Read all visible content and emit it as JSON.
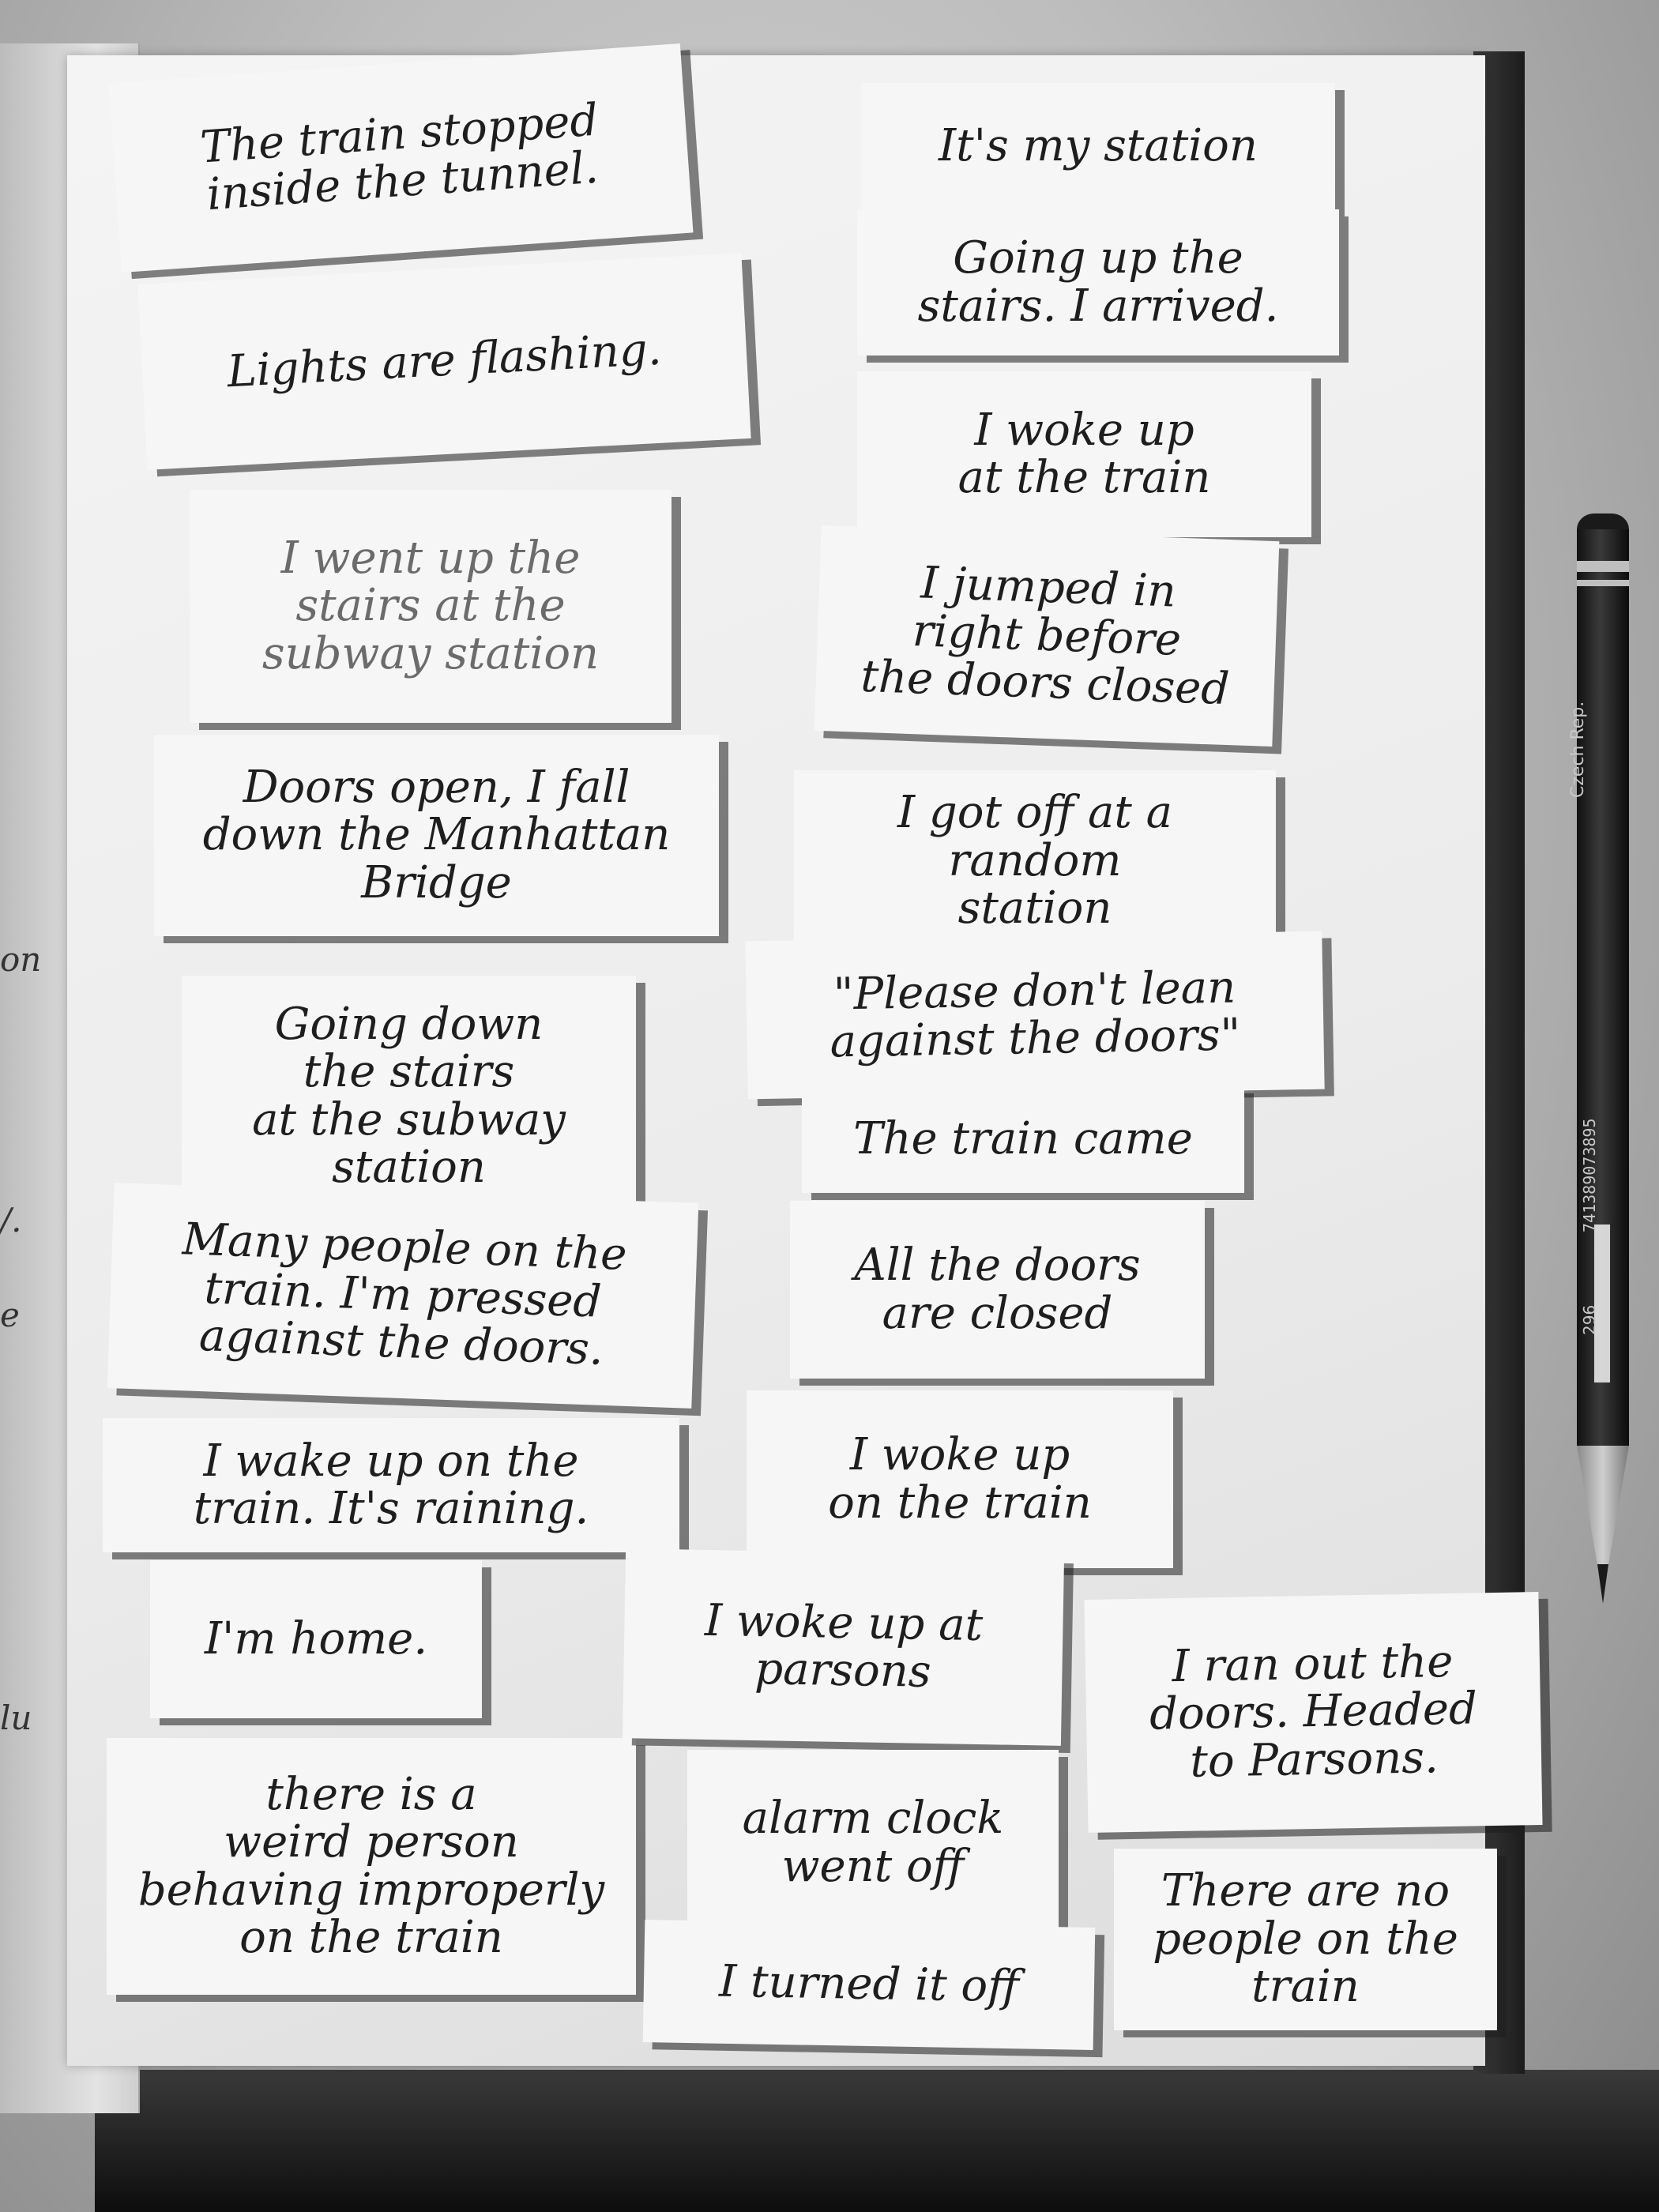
{
  "strips": [
    {
      "id": "strip-train-stopped",
      "text": "The train stopped\ninside the tunnel."
    },
    {
      "id": "strip-my-station",
      "text": "It's my station"
    },
    {
      "id": "strip-going-up-arrived",
      "text": "Going up the\nstairs. I arrived."
    },
    {
      "id": "strip-lights-flashing",
      "text": "Lights are flashing."
    },
    {
      "id": "strip-woke-at-train",
      "text": "I woke up\nat the train"
    },
    {
      "id": "strip-went-up-stairs",
      "text": "I went up the\nstairs at the\nsubway station"
    },
    {
      "id": "strip-jumped-in",
      "text": "I jumped in\nright before\nthe doors closed"
    },
    {
      "id": "strip-doors-open",
      "text": "Doors open, I fall\ndown the Manhattan\nBridge"
    },
    {
      "id": "strip-got-off-random",
      "text": "I got off at a\nrandom\nstation"
    },
    {
      "id": "strip-please-dont-lean",
      "text": "\"Please don't lean\nagainst the doors\""
    },
    {
      "id": "strip-going-down-stairs",
      "text": "Going down\nthe stairs\nat the subway\nstation"
    },
    {
      "id": "strip-train-came",
      "text": "The train came"
    },
    {
      "id": "strip-all-doors-closed",
      "text": "All the doors\nare closed"
    },
    {
      "id": "strip-many-people",
      "text": "Many people on the\ntrain. I'm pressed\nagainst the doors."
    },
    {
      "id": "strip-wake-raining",
      "text": "I wake up on the\ntrain. It's raining."
    },
    {
      "id": "strip-woke-on-train",
      "text": "I woke up\non the train"
    },
    {
      "id": "strip-im-home",
      "text": "I'm home."
    },
    {
      "id": "strip-woke-parsons",
      "text": "I woke up at\nparsons"
    },
    {
      "id": "strip-ran-out",
      "text": "I ran out the\ndoors. Headed\nto Parsons."
    },
    {
      "id": "strip-weird-person",
      "text": "there is a\nweird person\nbehaving improperly\non the train"
    },
    {
      "id": "strip-alarm-clock",
      "text": "alarm clock\nwent off"
    },
    {
      "id": "strip-no-people",
      "text": "There are no\npeople on the\ntrain"
    },
    {
      "id": "strip-turned-off",
      "text": "I turned it off"
    }
  ],
  "pencil": {
    "label": "Czech Rep.",
    "code": "741389073895",
    "number": "296"
  },
  "left_page_marks": [
    "on",
    "/.",
    "e",
    "lu"
  ],
  "colors": {
    "paper": "#f6f6f6",
    "ink": "#1e1e1e",
    "pencil_ink": "#6b6b6b",
    "pencil_body": "#222222"
  }
}
